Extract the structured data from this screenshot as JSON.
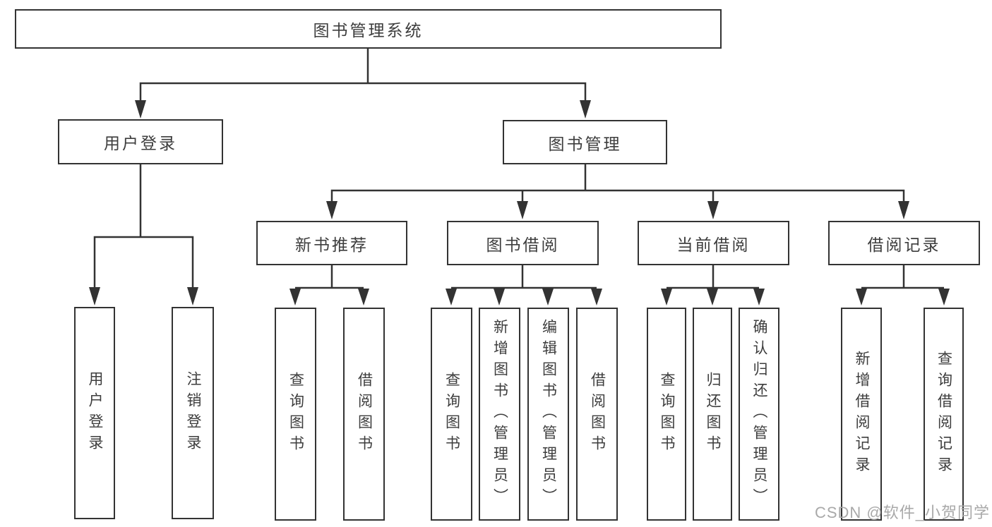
{
  "diagram": {
    "title": "图书管理系统",
    "root": "图书管理系统",
    "login": {
      "label": "用户登录",
      "leaves": [
        "用户登录",
        "注销登录"
      ]
    },
    "management": {
      "label": "图书管理",
      "groups": [
        {
          "label": "新书推荐",
          "leaves": [
            "查询图书",
            "借阅图书"
          ]
        },
        {
          "label": "图书借阅",
          "leaves": [
            "查询图书",
            "新增图书（管理员）",
            "编辑图书（管理员）",
            "借阅图书"
          ]
        },
        {
          "label": "当前借阅",
          "leaves": [
            "查询图书",
            "归还图书",
            "确认归还（管理员）"
          ]
        },
        {
          "label": "借阅记录",
          "leaves": [
            "新增借阅记录",
            "查询借阅记录"
          ]
        }
      ]
    }
  },
  "watermark": "CSDN @软件_小贺同学",
  "colors": {
    "line": "#333333",
    "text": "#3d3d3d",
    "watermark": "#a9a9a9",
    "background": "#ffffff"
  }
}
